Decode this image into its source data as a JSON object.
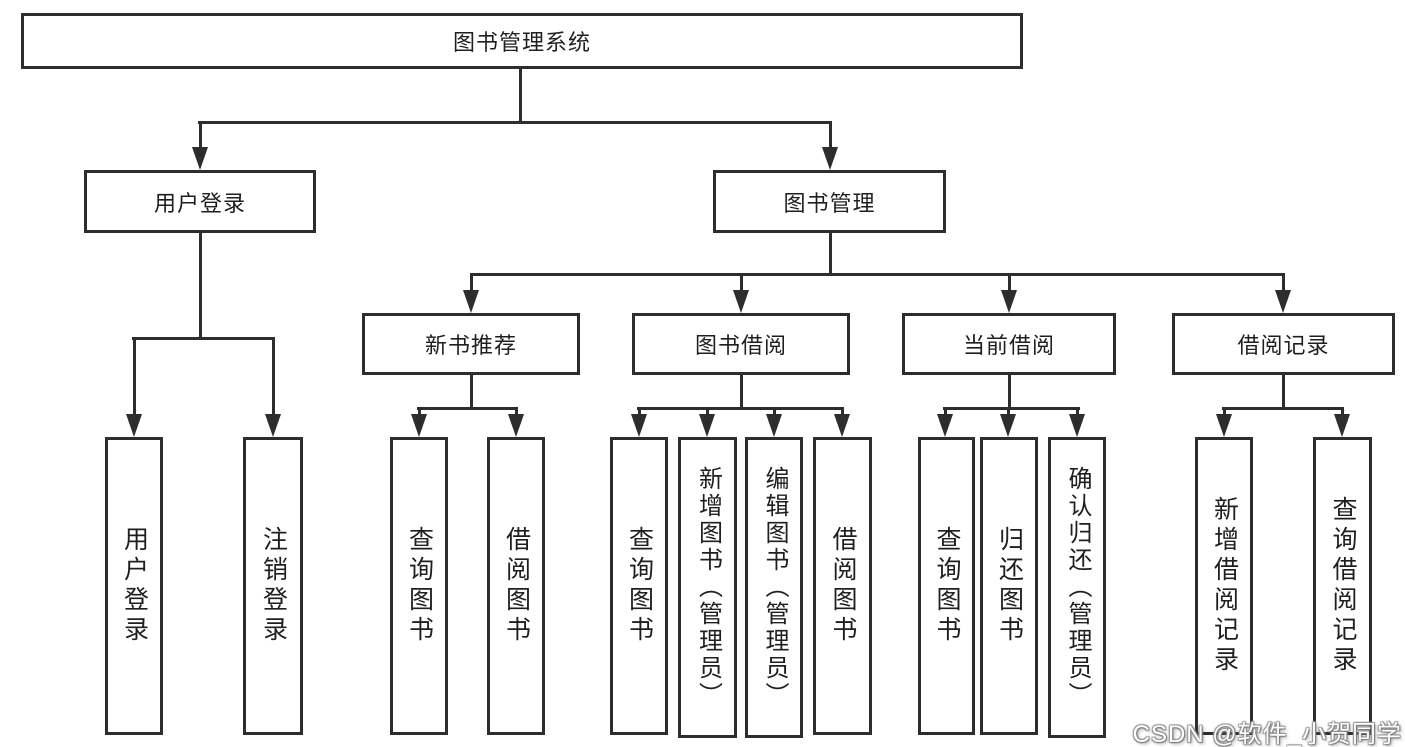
{
  "diagram": {
    "root": {
      "label": "图书管理系统"
    },
    "level2": {
      "user_login": {
        "label": "用户登录"
      },
      "book_management": {
        "label": "图书管理"
      }
    },
    "level3": {
      "new_book_recommend": {
        "label": "新书推荐"
      },
      "book_borrowing": {
        "label": "图书借阅"
      },
      "current_borrowing": {
        "label": "当前借阅"
      },
      "borrowing_records": {
        "label": "借阅记录"
      }
    },
    "leaves": {
      "user_login": {
        "label": "用户登录"
      },
      "logout": {
        "label": "注销登录"
      },
      "query_books_recommend": {
        "label": "查询图书"
      },
      "borrow_books_recommend": {
        "label": "借阅图书"
      },
      "query_books_borrowing": {
        "label": "查询图书"
      },
      "add_books_admin": {
        "label": "新增图书（管理员）"
      },
      "edit_books_admin": {
        "label": "编辑图书（管理员）"
      },
      "borrow_books_borrowing": {
        "label": "借阅图书"
      },
      "query_books_current": {
        "label": "查询图书"
      },
      "return_books": {
        "label": "归还图书"
      },
      "confirm_return_admin": {
        "label": "确认归还（管理员）"
      },
      "add_borrow_record": {
        "label": "新增借阅记录"
      },
      "query_borrow_record": {
        "label": "查询借阅记录"
      }
    },
    "colors": {
      "line": "#2d2d2d",
      "box_border": "#2d2d2d",
      "background": "#ffffff",
      "text": "#1f1f1f",
      "watermark_text": "#ffffff"
    }
  },
  "watermark": {
    "text": "CSDN @软件_小贺同学"
  }
}
